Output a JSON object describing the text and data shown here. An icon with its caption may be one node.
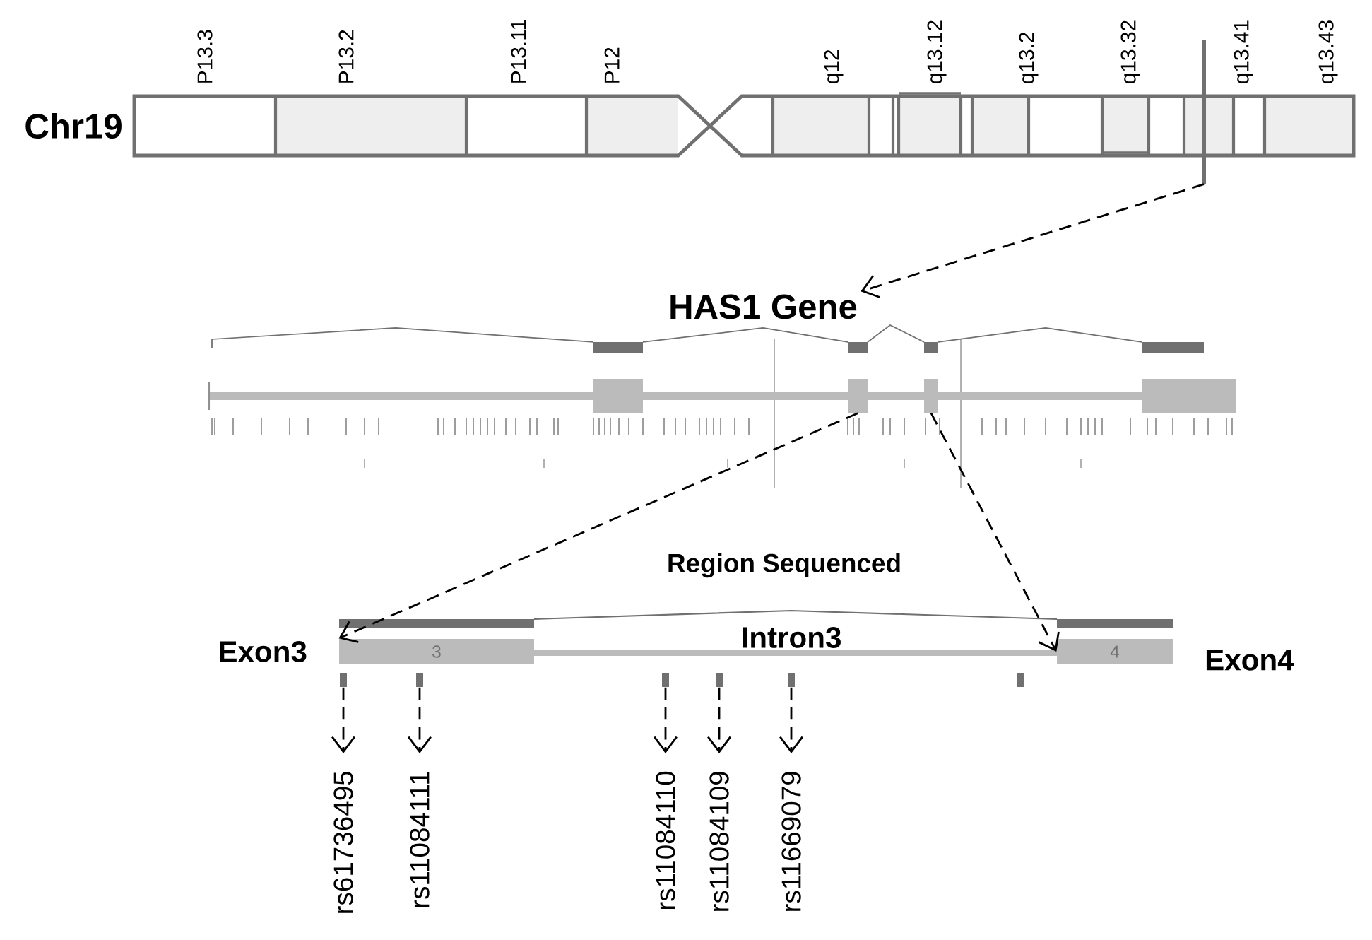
{
  "diagram": {
    "nodes": [
      {
        "text": [],
        "shape": "bar"
      },
      {
        "text": [
          "HAS1 Gene"
        ]
      },
      {
        "text": [],
        "shape": "box"
      },
      {
        "text": [],
        "shape": "box"
      },
      {
        "text": [
          "3"
        ],
        "beside": [
          "Exon3"
        ]
      },
      {
        "text": [
          "4"
        ],
        "beside": [
          "Exon4"
        ]
      },
      {
        "text": [],
        "shape": "bar"
      },
      {
        "text": [],
        "shape": "bar"
      },
      {
        "text": [],
        "shape": "bar"
      },
      {
        "text": [],
        "shape": "bar"
      },
      {
        "text": [],
        "shape": "bar"
      },
      {
        "text": [],
        "shape": "bar"
      },
      {
        "text": [
          "rs61736495"
        ]
      },
      {
        "text": [
          "rs11084111"
        ]
      },
      {
        "text": [
          "rs11084110"
        ]
      },
      {
        "text": [
          "rs11084109"
        ]
      },
      {
        "text": [
          "rs11669079"
        ]
      }
    ],
    "edges": [
      {
        "from": 0,
        "to": 1,
        "arrow": "to",
        "style": "dashed"
      },
      {
        "from": 2,
        "to": 4,
        "arrow": "to",
        "style": "dashed"
      },
      {
        "from": 3,
        "to": 5,
        "arrow": "to",
        "style": "dashed"
      },
      {
        "from": 6,
        "to": 12,
        "arrow": "to",
        "style": "dashed"
      },
      {
        "from": 7,
        "to": 13,
        "arrow": "to",
        "style": "dashed"
      },
      {
        "from": 8,
        "to": 14,
        "arrow": "to",
        "style": "dashed"
      },
      {
        "from": 9,
        "to": 15,
        "arrow": "to",
        "style": "dashed"
      },
      {
        "from": 10,
        "to": 16,
        "arrow": "to",
        "style": "dashed"
      }
    ],
    "labels": [
      "P13.3",
      "P13.2",
      "P13.11",
      "P12",
      "q12",
      "q13.12",
      "q13.2",
      "q13.32",
      "q13.41",
      "q13.43",
      "Chr19",
      "Region Sequenced",
      "Intron3"
    ]
  }
}
